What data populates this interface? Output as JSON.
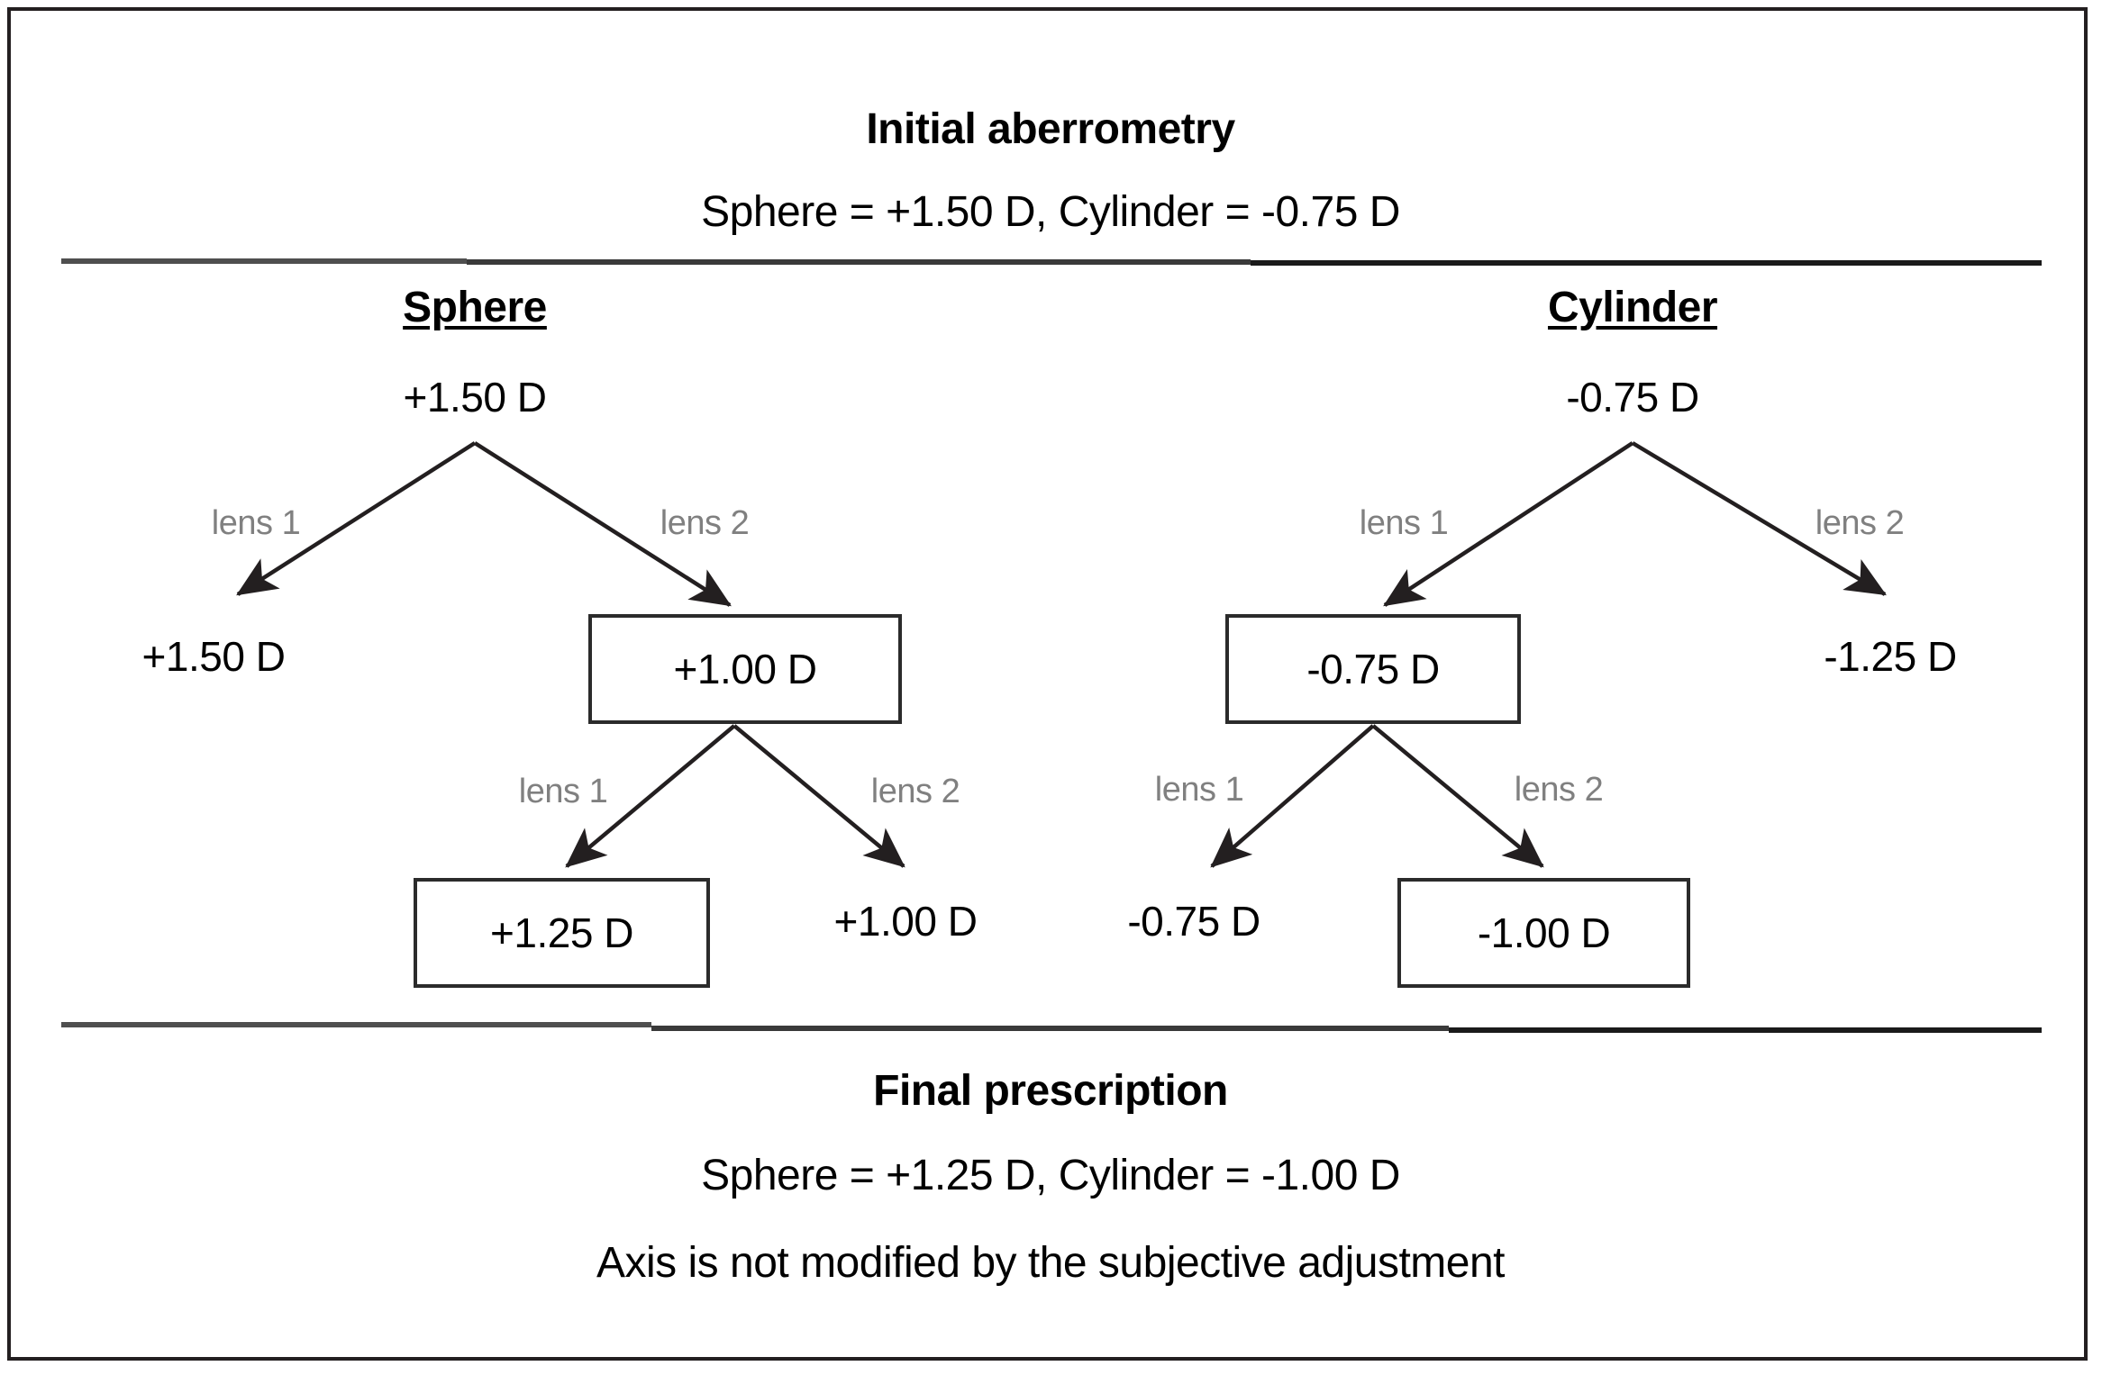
{
  "header": {
    "title": "Initial aberrometry",
    "summary": "Sphere  = +1.50 D, Cylinder  = -0.75 D"
  },
  "footer": {
    "title": "Final prescription",
    "summary": "Sphere  = +1.25 D, Cylinder  = -1.00 D",
    "note": "Axis is not  modified  by the subjective  adjustment"
  },
  "columns": [
    {
      "heading": "Sphere",
      "root": "+1.50 D",
      "level1": {
        "left_label": "lens 1",
        "left_value": "+1.50 D",
        "left_boxed": false,
        "right_label": "lens 2",
        "right_value": "+1.00 D",
        "right_boxed": true
      },
      "level2": {
        "left_label": "lens 1",
        "left_value": "+1.25 D",
        "left_boxed": true,
        "right_label": "lens 2",
        "right_value": "+1.00 D",
        "right_boxed": false
      }
    },
    {
      "heading": "Cylinder",
      "root": "-0.75 D",
      "level1": {
        "left_label": "lens 1",
        "left_value": "-0.75 D",
        "left_boxed": true,
        "right_label": "lens 2",
        "right_value": "-1.25 D",
        "right_boxed": false
      },
      "level2": {
        "left_label": "lens 1",
        "left_value": "-0.75 D",
        "left_boxed": false,
        "right_label": "lens 2",
        "right_value": "-1.00 D",
        "right_boxed": true
      }
    }
  ],
  "colors": {
    "text": "#000000",
    "edge_label": "#808080",
    "line": "#231f20",
    "box_border": "#2b2b2b",
    "separator": "#3a3a3a"
  }
}
